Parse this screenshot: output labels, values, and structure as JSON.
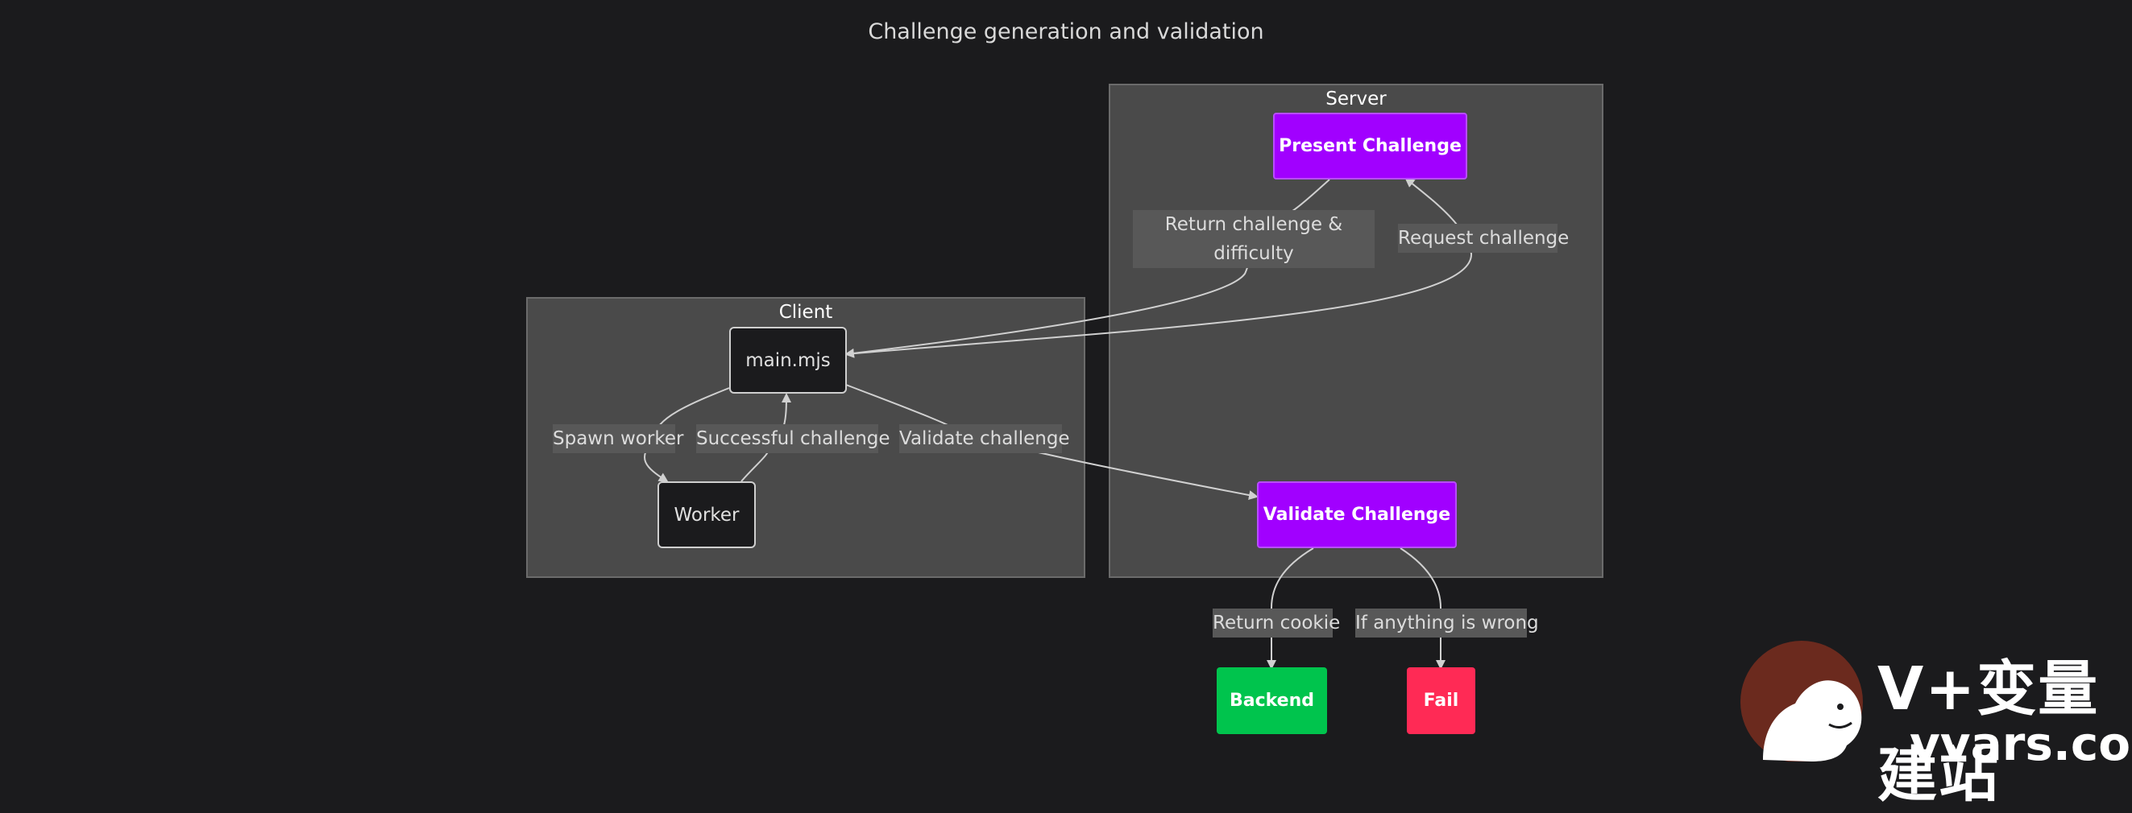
{
  "title": "Challenge generation and validation",
  "clusters": {
    "server": "Server",
    "client": "Client"
  },
  "nodes": {
    "present_challenge": "Present Challenge",
    "main_mjs": "main.mjs",
    "worker": "Worker",
    "validate_challenge": "Validate Challenge",
    "backend": "Backend",
    "fail": "Fail"
  },
  "edge_labels": {
    "return_challenge": "Return challenge & difficulty",
    "request_challenge": "Request challenge",
    "spawn_worker": "Spawn worker",
    "successful_challenge": "Successful challenge",
    "validate_challenge": "Validate challenge",
    "return_cookie": "Return cookie",
    "if_wrong": "If anything is wrong"
  },
  "colors": {
    "background": "#1b1b1d",
    "cluster_fill": "#4a4a4a",
    "purple_node": "#a100ff",
    "success": "#00c44d",
    "fail": "#ff2a55",
    "edge": "#d0d0d0"
  },
  "watermark": {
    "text_cn": "V+变量建站",
    "text_url": "vvars.com"
  }
}
